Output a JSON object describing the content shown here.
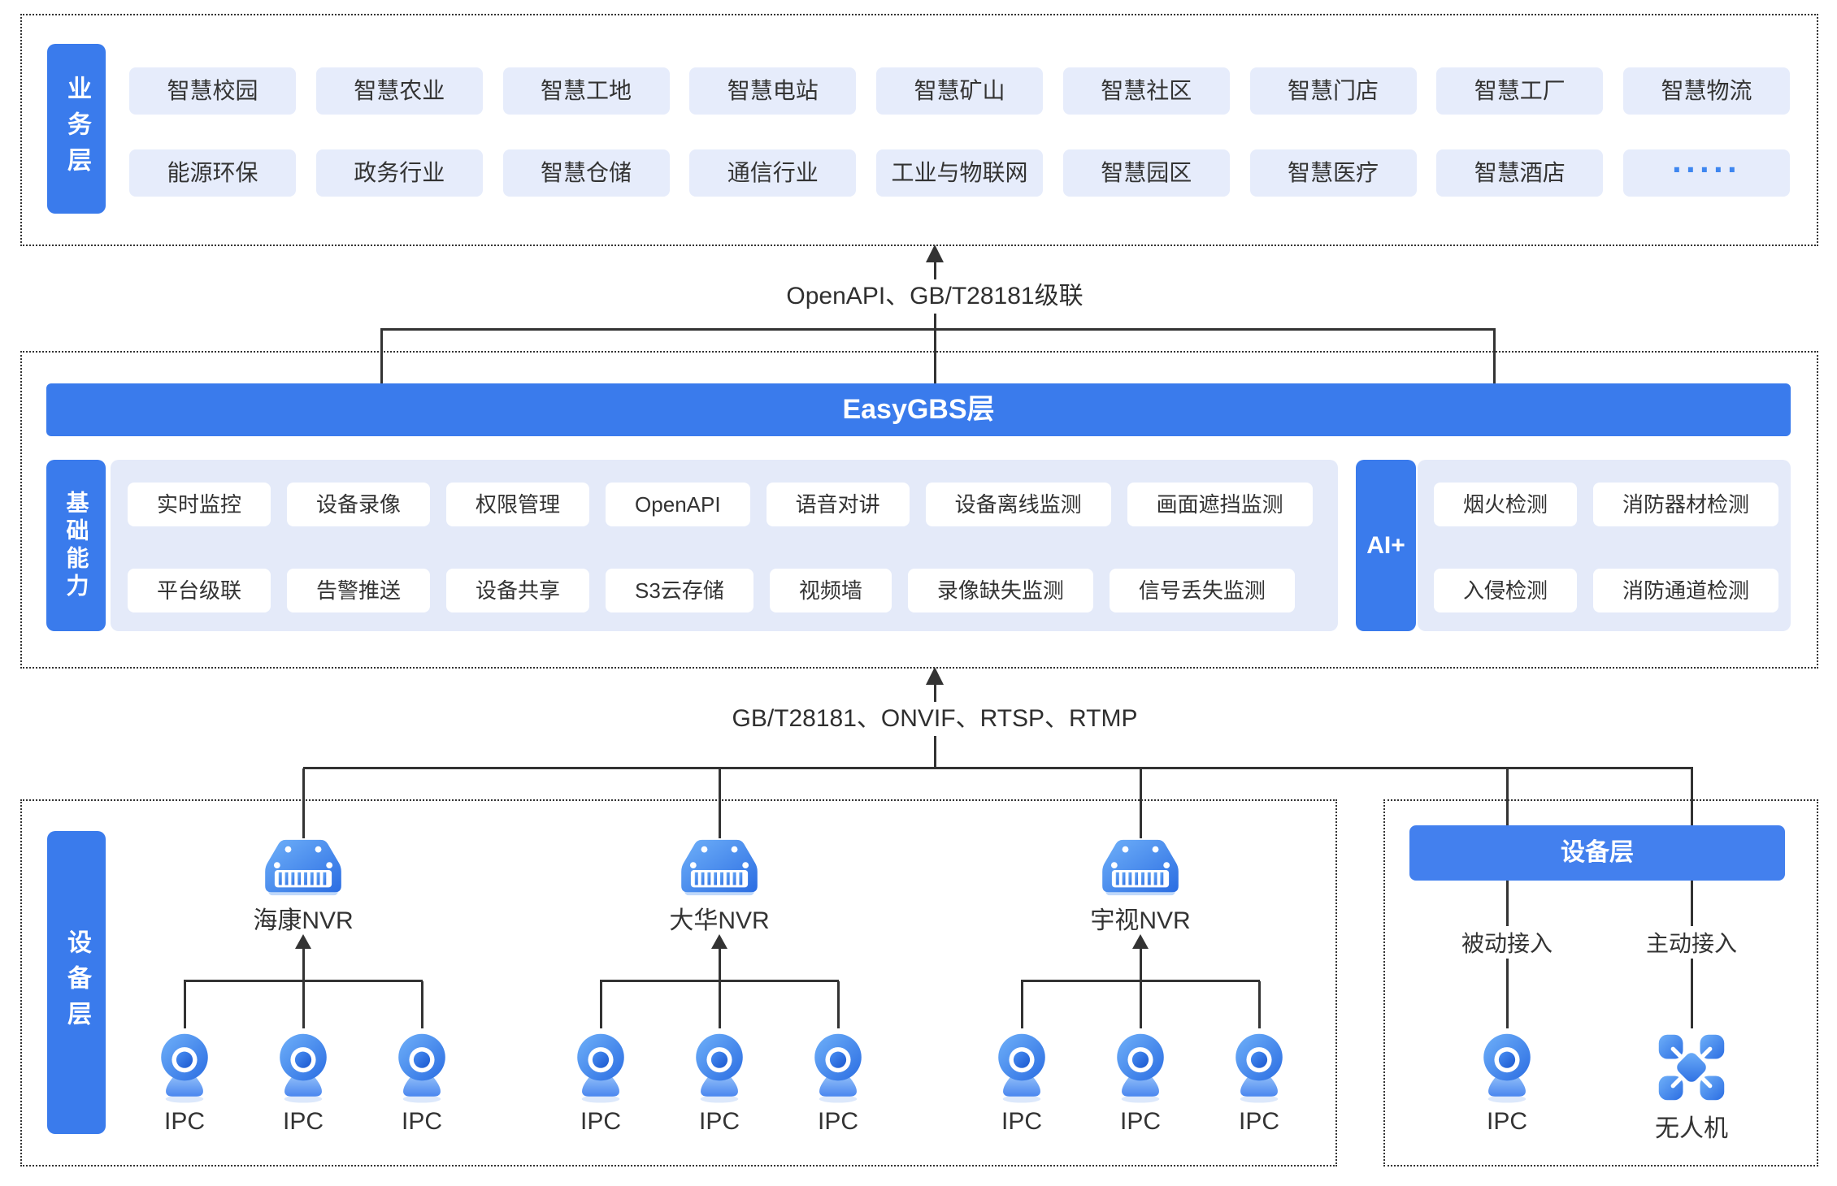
{
  "colors": {
    "primary_blue": "#3A7BEC",
    "banner_blue": "#4380EE",
    "chip_blue": "#E6ECFB",
    "panel_blue": "#E4EAF9",
    "line": "#333333",
    "dots_blue": "#3E86F0"
  },
  "business_layer": {
    "label": "业务层",
    "row1": [
      "智慧校园",
      "智慧农业",
      "智慧工地",
      "智慧电站",
      "智慧矿山",
      "智慧社区",
      "智慧门店",
      "智慧工厂",
      "智慧物流"
    ],
    "row2": [
      "能源环保",
      "政务行业",
      "智慧仓储",
      "通信行业",
      "工业与物联网",
      "智慧园区",
      "智慧医疗",
      "智慧酒店"
    ],
    "more": "·····"
  },
  "connector_top": {
    "label": "OpenAPI、GB/T28181级联"
  },
  "platform_layer": {
    "banner": "EasyGBS层",
    "base_label": "基础能力",
    "base_row1": [
      "实时监控",
      "设备录像",
      "权限管理",
      "OpenAPI",
      "语音对讲",
      "设备离线监测",
      "画面遮挡监测"
    ],
    "base_row2": [
      "平台级联",
      "告警推送",
      "设备共享",
      "S3云存储",
      "视频墙",
      "录像缺失监测",
      "信号丢失监测"
    ],
    "ai_label": "AI+",
    "ai_row1": [
      "烟火检测",
      "消防器材检测"
    ],
    "ai_row2": [
      "入侵检测",
      "消防通道检测"
    ]
  },
  "connector_bottom": {
    "label": "GB/T28181、ONVIF、RTSP、RTMP"
  },
  "device_layer": {
    "label": "设备层",
    "groups": [
      {
        "nvr": "海康NVR",
        "ipcs": [
          "IPC",
          "IPC",
          "IPC"
        ]
      },
      {
        "nvr": "大华NVR",
        "ipcs": [
          "IPC",
          "IPC",
          "IPC"
        ]
      },
      {
        "nvr": "宇视NVR",
        "ipcs": [
          "IPC",
          "IPC",
          "IPC"
        ]
      }
    ]
  },
  "access_panel": {
    "banner": "设备层",
    "passive": "被动接入",
    "active": "主动接入",
    "ipc": "IPC",
    "drone": "无人机"
  },
  "icons": {
    "nvr": "nvr-device-icon",
    "ipc": "camera-icon",
    "drone": "drone-icon",
    "more": "ellipsis-dots-icon"
  }
}
